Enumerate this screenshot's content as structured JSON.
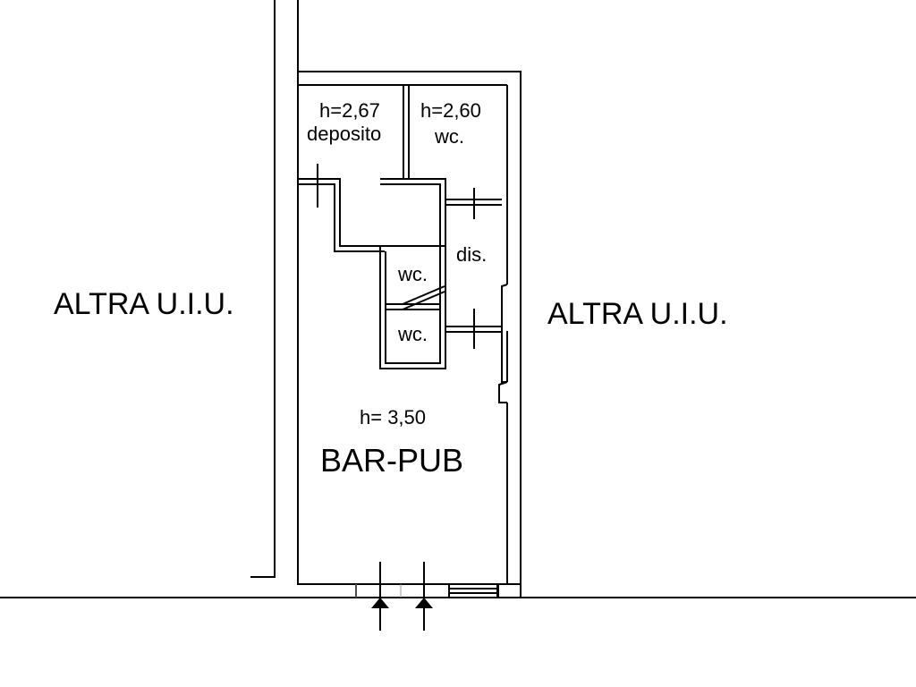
{
  "neighbours": {
    "left": "ALTRA U.I.U.",
    "right": "ALTRA U.I.U."
  },
  "rooms": {
    "deposito": {
      "height": "h=2,67",
      "name": "deposito"
    },
    "wc_top": {
      "height": "h=2,60",
      "name": "wc."
    },
    "dis": {
      "name": "dis."
    },
    "wc_middle_1": {
      "name": "wc."
    },
    "wc_middle_2": {
      "name": "wc."
    },
    "bar_pub": {
      "height": "h= 3,50",
      "name": "BAR-PUB"
    }
  },
  "colors": {
    "line": "#000000",
    "thin_line": "#9a9a9a",
    "background": "#ffffff"
  }
}
